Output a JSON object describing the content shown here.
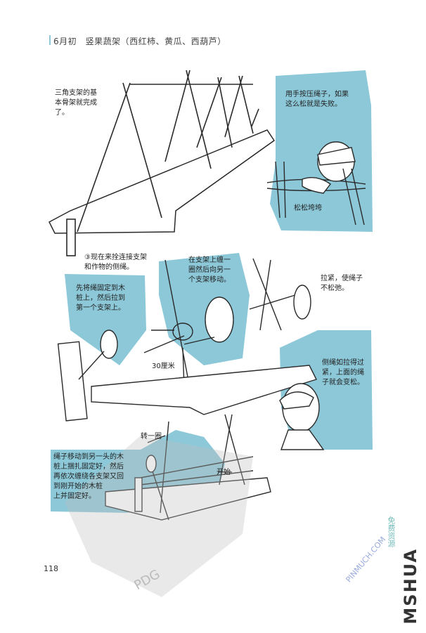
{
  "header": {
    "title": "6月初　竖果蔬架（西红柿、黄瓜、西葫芦）"
  },
  "notes": {
    "frame_done": "三角支架的基\n本骨架就完成\n了。",
    "press_rope": "用手按压绳子，如果\n这么松就是失败。",
    "loose": "松松垮垮",
    "step3": "③现在来拴连接支架\n和作物的侧绳。",
    "tie_first": "先将绳固定到木\n桩上，然后拉到\n第一个支架上。",
    "wrap_move": "在支架上缠一\n圈然后向另一\n个支架移动。",
    "pull_tight": "拉紧，使绳子\n不松弛。",
    "side_rope": "侧绳如拉得过\n紧，上面的绳\n子就会变松。",
    "cm30": "30厘米",
    "turn": "转一圈",
    "start": "开始",
    "final": "绳子移动到另一头的木\n桩上捆扎固定好，然后\n再依次缠绕各支架又回\n到刚开始的木桩\n上并固定好。"
  },
  "page_number": "118",
  "watermark": {
    "brand": "MSHUA",
    "site": "PINMUCH.COM",
    "free": "免费资源",
    "pdg": "PDG"
  },
  "colors": {
    "accent_blue": "#8cc8d8",
    "ink": "#2a2a2a"
  }
}
